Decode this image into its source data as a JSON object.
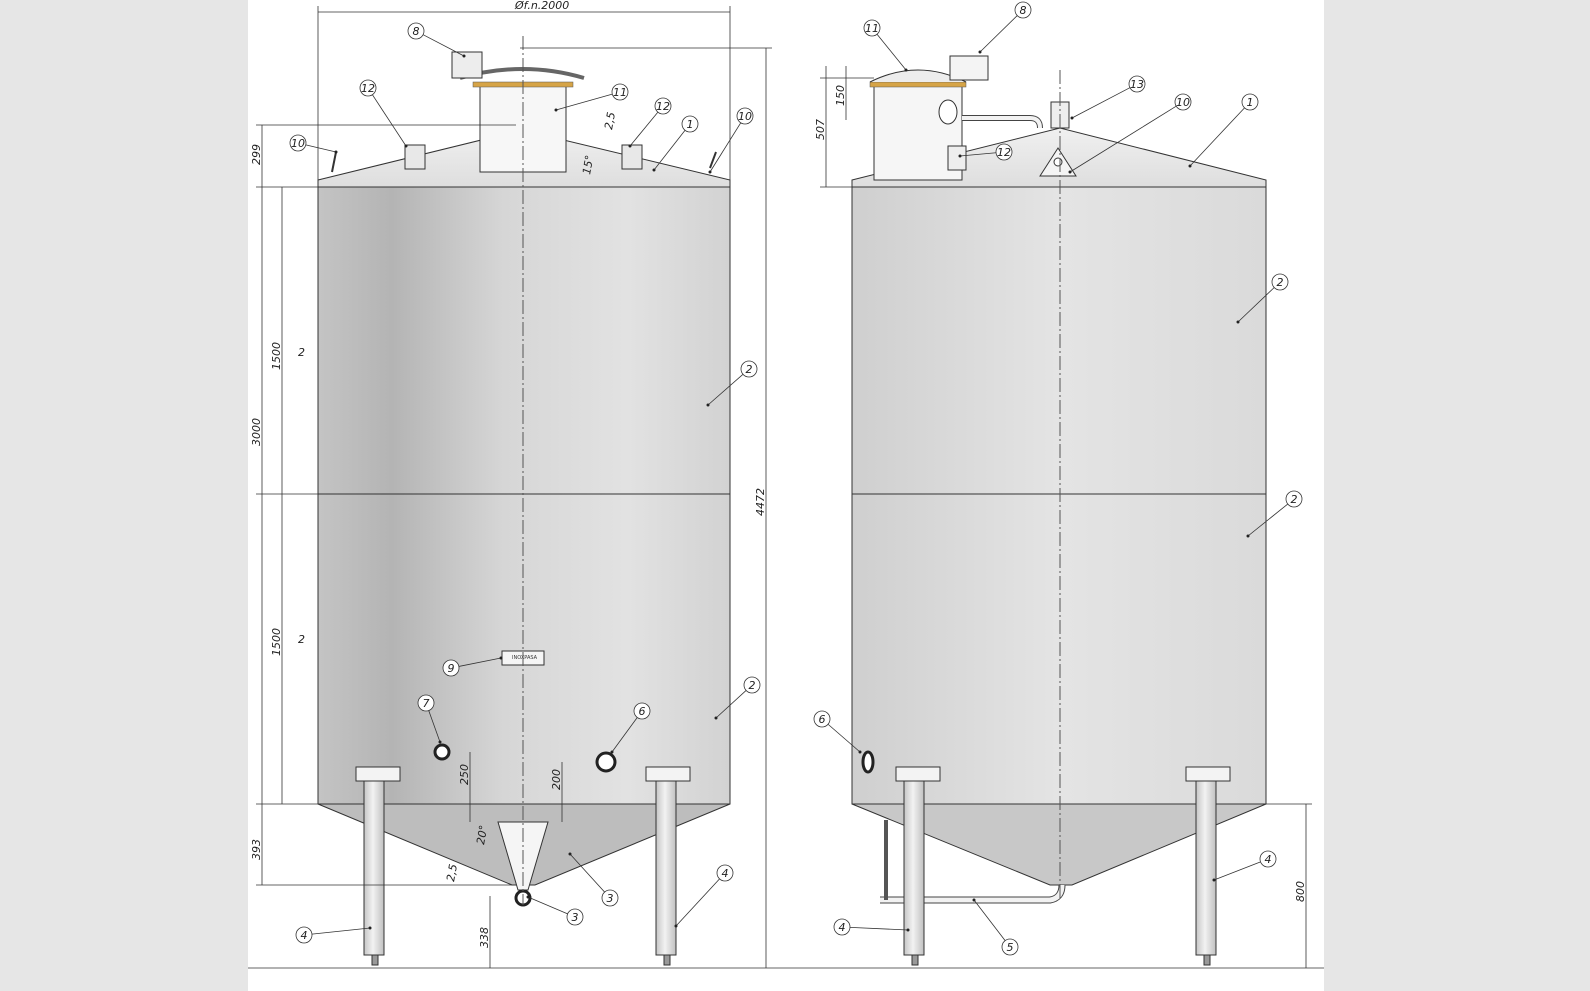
{
  "dimensions": {
    "diameter": "Øf.n.2000",
    "roof_height": "299",
    "half_shell_upper": "1500",
    "half_shell_lower": "1500",
    "shell_total": "3000",
    "total_height": "4472",
    "cone_height": "393",
    "leg_clearance": "338",
    "sheet_upper": "2",
    "sheet_lower": "2",
    "roof_angle": "15°",
    "roof_thickness": "2,5",
    "cone_angle": "20°",
    "cone_thickness": "2,5",
    "port7_height": "250",
    "port6_height": "200",
    "manhole_offset": "150",
    "manhole_height": "507",
    "leg_height": "800"
  },
  "callouts": {
    "left": [
      "8",
      "12",
      "11",
      "12",
      "1",
      "10",
      "10",
      "2",
      "9",
      "7",
      "6",
      "2",
      "3",
      "3",
      "4",
      "4"
    ],
    "right": [
      "11",
      "8",
      "13",
      "10",
      "1",
      "12",
      "2",
      "2",
      "6",
      "4",
      "4",
      "5"
    ]
  },
  "nameplate": {
    "brand": "INOXPASA"
  },
  "colors": {
    "paper": "#ffffff",
    "margin": "#e6e6e6",
    "line": "#333333",
    "steel_light": "#e2e2e2",
    "steel_dark": "#b3b3b3",
    "gasket": "#d6a447"
  }
}
